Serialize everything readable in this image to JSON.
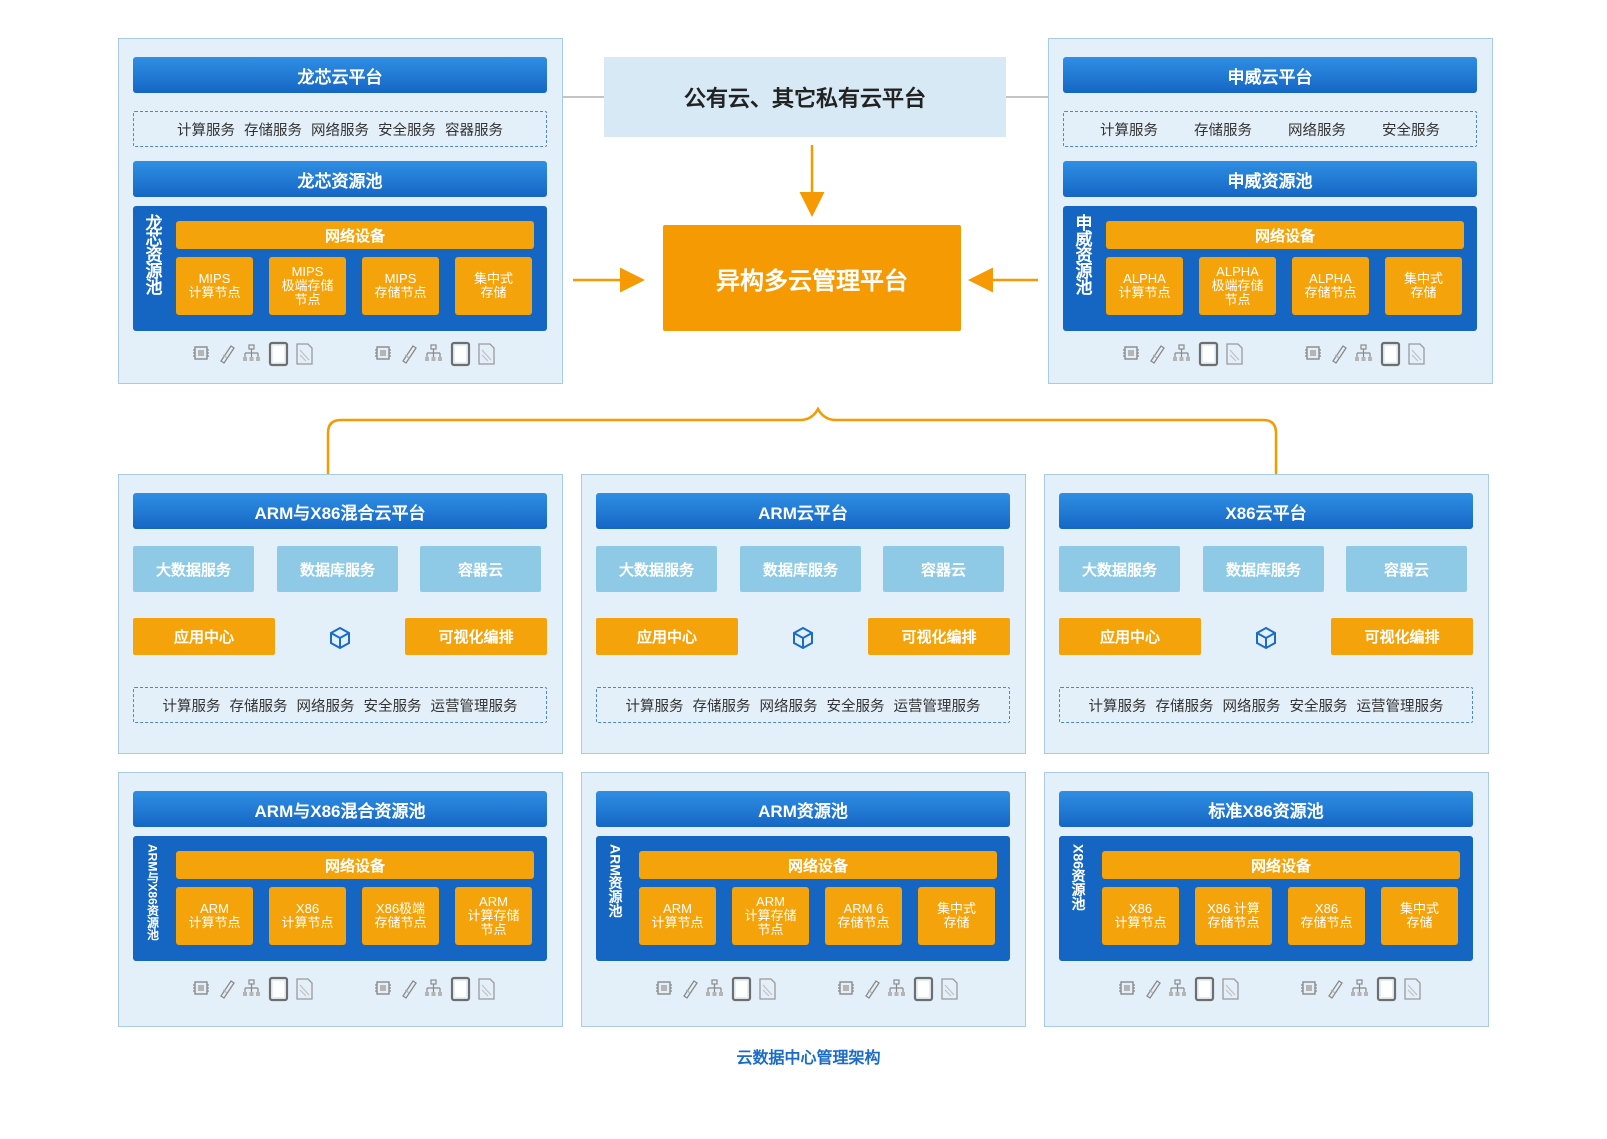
{
  "top_center": {
    "title": "公有云、其它私有云平台"
  },
  "management": {
    "title": "异构多云管理平台"
  },
  "caption": "云数据中心管理架构",
  "top_left": {
    "cloud": "龙芯云平台",
    "services": [
      "计算服务",
      "存储服务",
      "网络服务",
      "安全服务",
      "容器服务"
    ],
    "pool_title": "龙芯资源池",
    "pool_label": "龙芯资源池",
    "network": "网络设备",
    "nodes": [
      "MIPS\n计算节点",
      "MIPS\n极端存储\n节点",
      "MIPS\n存储节点",
      "集中式\n存储"
    ]
  },
  "top_right": {
    "cloud": "申威云平台",
    "services": [
      "计算服务",
      "存储服务",
      "网络服务",
      "安全服务"
    ],
    "pool_title": "申威资源池",
    "pool_label": "申威资源池",
    "network": "网络设备",
    "nodes": [
      "ALPHA\n计算节点",
      "ALPHA\n极端存储\n节点",
      "ALPHA\n存储节点",
      "集中式\n存储"
    ]
  },
  "platforms": [
    {
      "title": "ARM与X86混合云平台",
      "services": [
        "大数据服务",
        "数据库服务",
        "容器云"
      ],
      "app_center": "应用中心",
      "visual": "可视化编排",
      "base_services": [
        "计算服务",
        "存储服务",
        "网络服务",
        "安全服务",
        "运营管理服务"
      ]
    },
    {
      "title": "ARM云平台",
      "services": [
        "大数据服务",
        "数据库服务",
        "容器云"
      ],
      "app_center": "应用中心",
      "visual": "可视化编排",
      "base_services": [
        "计算服务",
        "存储服务",
        "网络服务",
        "安全服务",
        "运营管理服务"
      ]
    },
    {
      "title": "X86云平台",
      "services": [
        "大数据服务",
        "数据库服务",
        "容器云"
      ],
      "app_center": "应用中心",
      "visual": "可视化编排",
      "base_services": [
        "计算服务",
        "存储服务",
        "网络服务",
        "安全服务",
        "运营管理服务"
      ]
    }
  ],
  "pools": [
    {
      "title": "ARM与X86混合资源池",
      "label": "ARM与X86资源池",
      "network": "网络设备",
      "nodes": [
        "ARM\n计算节点",
        "X86\n计算节点",
        "X86极端\n存储节点",
        "ARM\n计算存储\n节点"
      ]
    },
    {
      "title": "ARM资源池",
      "label": "ARM资源池",
      "network": "网络设备",
      "nodes": [
        "ARM\n计算节点",
        "ARM\n计算存储\n节点",
        "ARM 6\n存储节点",
        "集中式\n存储"
      ]
    },
    {
      "title": "标准X86资源池",
      "label": "X86资源池",
      "network": "网络设备",
      "nodes": [
        "X86\n计算节点",
        "X86 计算\n存储节点",
        "X86\n存储节点",
        "集中式\n存储"
      ]
    }
  ],
  "colors": {
    "blue_bar": "#1f77d4",
    "orange": "#f5a30a",
    "panel_bg": "#e4f0f9",
    "light_blue": "#8ecae6",
    "caption": "#1a6cc8"
  },
  "icons": [
    "chip-icon",
    "pen-icon",
    "hierarchy-icon",
    "tablet-icon",
    "document-icon"
  ]
}
